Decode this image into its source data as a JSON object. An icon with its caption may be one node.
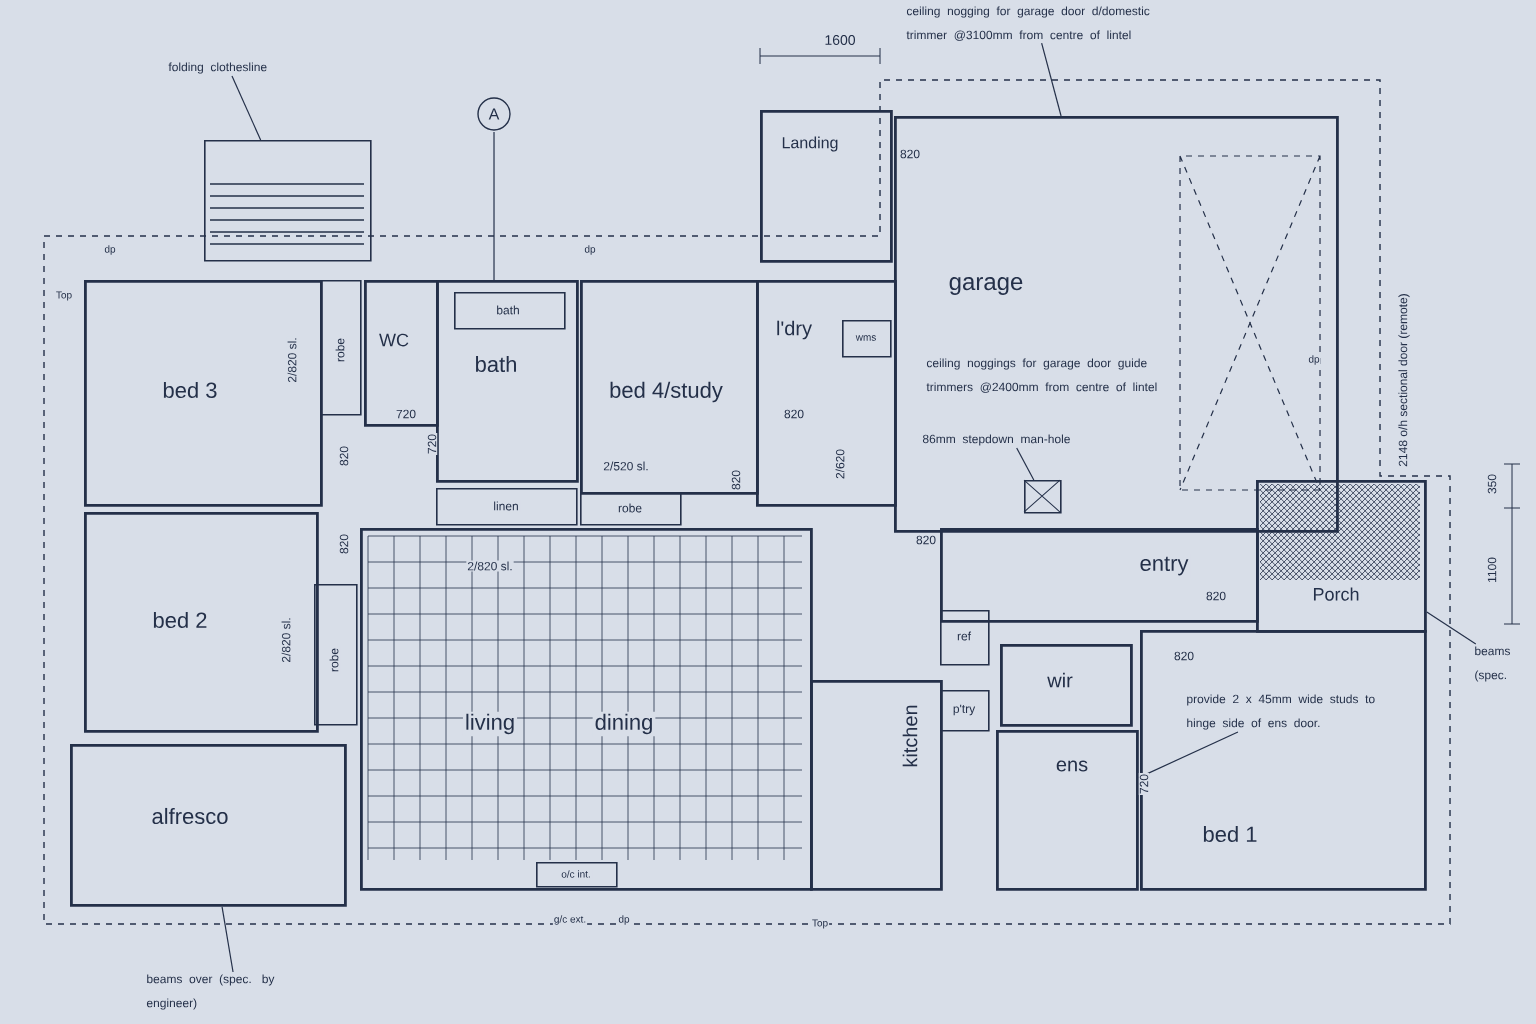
{
  "diagram": {
    "nodes": [
      {
        "text": [
          "bed 3"
        ]
      },
      {
        "text": [
          "robe"
        ]
      },
      {
        "text": [
          "WC"
        ]
      },
      {
        "text": [
          "bath"
        ]
      },
      {
        "text": [
          "bath"
        ],
        "in": 3
      },
      {
        "text": [
          "bed 4/study"
        ]
      },
      {
        "text": [
          "l'dry"
        ]
      },
      {
        "text": [
          "wms"
        ],
        "in": 6
      },
      {
        "text": [
          "linen"
        ]
      },
      {
        "text": [
          "robe"
        ]
      },
      {
        "text": [
          "Landing"
        ]
      },
      {
        "text": [
          "garage"
        ]
      },
      {
        "text": [
          "bed 2"
        ]
      },
      {
        "text": [
          "robe"
        ]
      },
      {
        "text": [
          "living",
          "dining"
        ]
      },
      {
        "text": [
          "o/c int."
        ],
        "in": 14
      },
      {
        "text": [
          "kitchen"
        ]
      },
      {
        "text": [
          "ref"
        ]
      },
      {
        "text": [
          "p'try"
        ]
      },
      {
        "text": [
          "wir"
        ]
      },
      {
        "text": [
          "entry"
        ]
      },
      {
        "text": [
          "Porch"
        ]
      },
      {
        "text": [
          "ens"
        ]
      },
      {
        "text": [
          "bed 1"
        ]
      },
      {
        "text": [
          "alfresco"
        ]
      },
      {
        "text": [],
        "shape": "box"
      },
      {
        "text": [
          "folding clothesline"
        ]
      },
      {
        "text": [
          "ceiling nogging for garage door d/domestic trimmer @3100mm from centre of lintel"
        ]
      },
      {
        "text": [
          "ceiling noggings for garage door guide trimmers @2400mm from centre of lintel"
        ],
        "in": 11
      },
      {
        "text": [
          "86mm stepdown man-hole"
        ],
        "in": 11
      },
      {
        "text": [
          "provide 2 x 45mm wide studs to hinge side of ens door."
        ],
        "in": 23
      },
      {
        "text": [
          "beams over (spec. by engineer)"
        ]
      },
      {
        "text": [
          "beams (spec."
        ]
      },
      {
        "text": [],
        "shape": "box",
        "in": 11
      }
    ],
    "edges": [
      {
        "from": 26,
        "to": 25,
        "arrow": "none"
      },
      {
        "from": 27,
        "to": 11,
        "arrow": "none"
      },
      {
        "from": 29,
        "to": 33,
        "arrow": "none"
      },
      {
        "from": 30,
        "to": 22,
        "arrow": "none"
      },
      {
        "from": 31,
        "to": 24,
        "arrow": "none"
      },
      {
        "from": 32,
        "to": 21,
        "arrow": "none"
      }
    ],
    "labels": [
      "A",
      "1600",
      "2148 o/h sectional door (remote)",
      "350",
      "1100",
      "820",
      "820",
      "820",
      "820",
      "820",
      "820",
      "820",
      "820",
      "720",
      "720",
      "720",
      "2/820 sl.",
      "2/820 sl.",
      "2/820 sl.",
      "2/520 sl.",
      "2/620",
      "g/c ext.",
      "dp",
      "dp",
      "dp",
      "dp",
      "Top",
      "Top"
    ]
  }
}
